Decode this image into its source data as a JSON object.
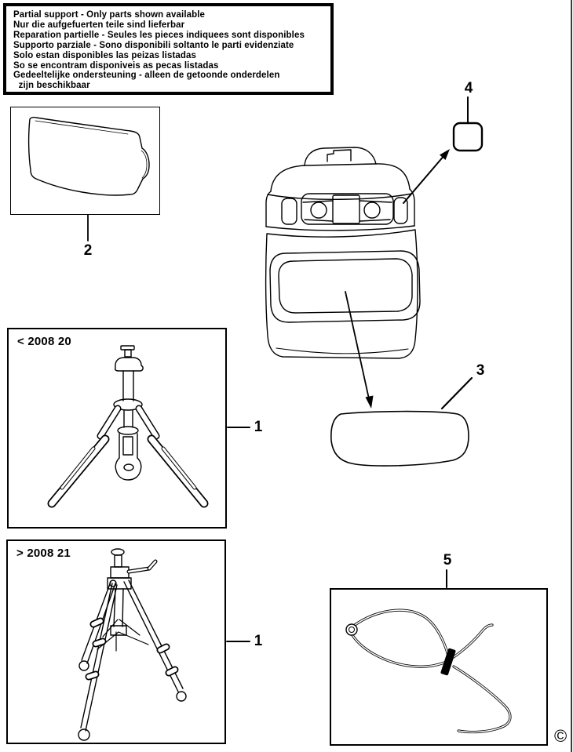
{
  "notice": {
    "lines": [
      "Partial support - Only parts shown available",
      "Nur die aufgefuerten teile sind lieferbar",
      "Reparation partielle - Seules les pieces indiquees sont disponibles",
      "Supporto parziale - Sono disponibili soltanto le parti evidenziate",
      "Solo estan disponibles las peizas listadas",
      "So se encontram disponiveis as pecas listadas",
      "Gedeeltelijke ondersteuning - alleen de getoonde onderdelen",
      "  zijn beschikbaar"
    ]
  },
  "boxes": {
    "tripod_old": {
      "title": "< 2008 20"
    },
    "tripod_new": {
      "title": "> 2008 21"
    }
  },
  "callouts": {
    "part1_old": "1",
    "part1_new": "1",
    "part2": "2",
    "part3": "3",
    "part4": "4",
    "part5": "5"
  },
  "copyright": {
    "symbol": "©"
  },
  "colors": {
    "line": "#000000",
    "edge_line": "#3c3c3c",
    "background": "#ffffff"
  }
}
